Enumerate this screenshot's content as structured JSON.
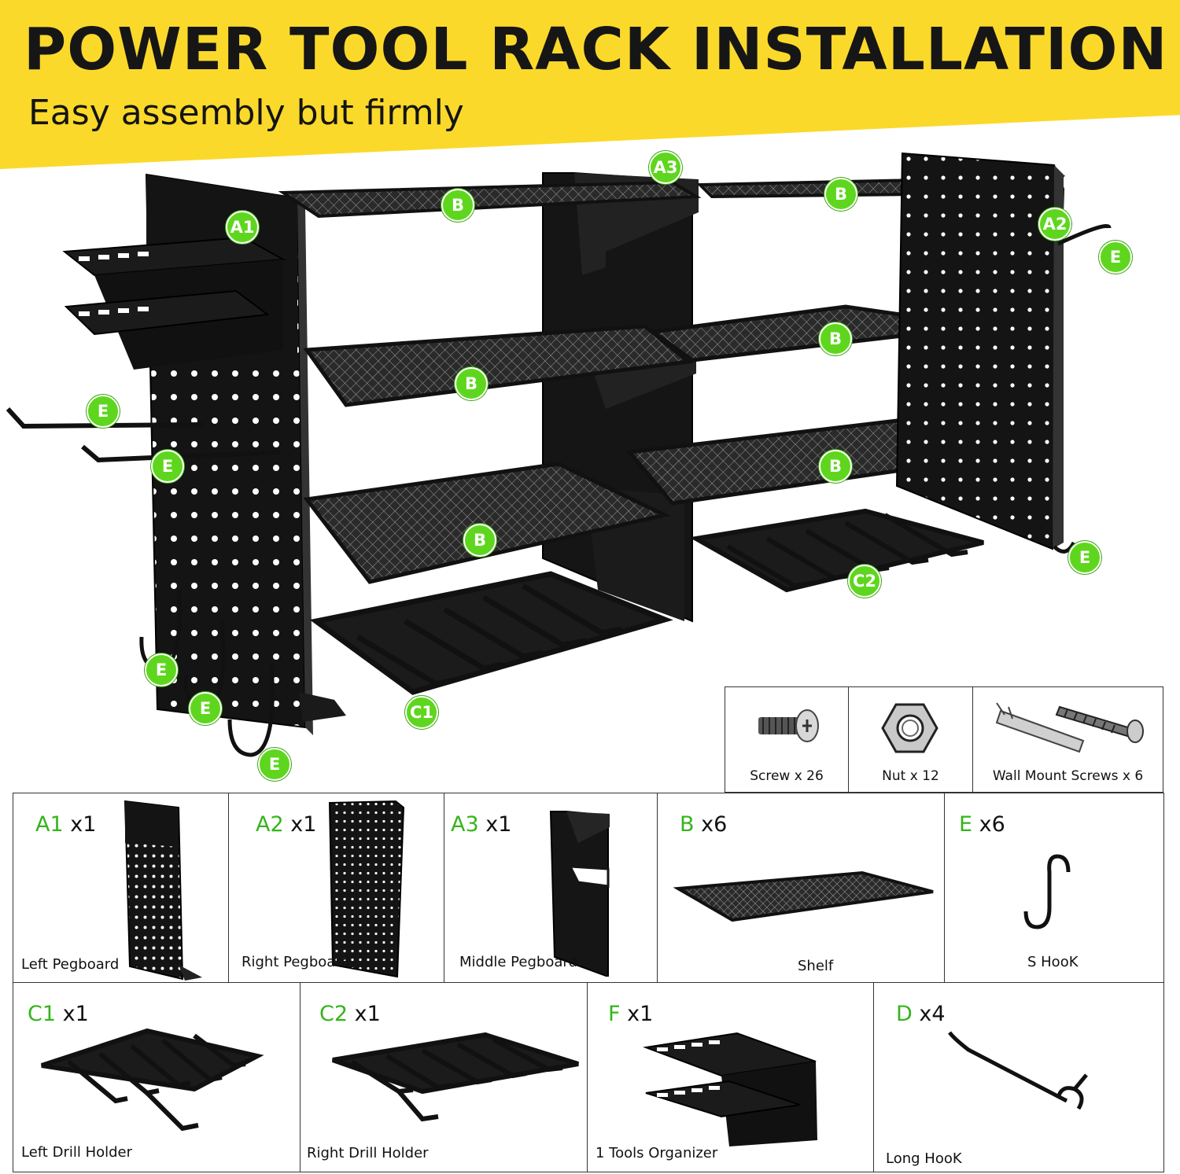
{
  "header": {
    "title": "POWER TOOL RACK INSTALLATION",
    "subtitle": "Easy assembly but firmly"
  },
  "colors": {
    "banner": "#fbd92b",
    "badge": "#5fd61e",
    "code": "#35b51b",
    "metal": "#151515"
  },
  "callouts": {
    "A1": "A1",
    "A2": "A2",
    "A3": "A3",
    "B": "B",
    "C1": "C1",
    "C2": "C2",
    "E": "E"
  },
  "hardware": [
    {
      "icon": "screw-icon",
      "label": "Screw x 26"
    },
    {
      "icon": "hex-nut-icon",
      "label": "Nut x 12"
    },
    {
      "icon": "wall-anchor-icon",
      "label": "Wall Mount Screws x 6"
    }
  ],
  "parts": {
    "A1": {
      "code": "A1",
      "qty": "x1",
      "label": "Left Pegboard"
    },
    "A2": {
      "code": "A2",
      "qty": "x1",
      "label": "Right Pegboard"
    },
    "A3": {
      "code": "A3",
      "qty": "x1",
      "label": "Middle Pegboard"
    },
    "B": {
      "code": "B",
      "qty": "x6",
      "label": "Shelf"
    },
    "E": {
      "code": "E",
      "qty": "x6",
      "label": "S HooK"
    },
    "C1": {
      "code": "C1",
      "qty": "x1",
      "label": "Left Drill Holder"
    },
    "C2": {
      "code": "C2",
      "qty": "x1",
      "label": "Right Drill Holder"
    },
    "F": {
      "code": "F",
      "qty": "x1",
      "label": "1 Tools Organizer"
    },
    "D": {
      "code": "D",
      "qty": "x4",
      "label": "Long HooK"
    }
  }
}
